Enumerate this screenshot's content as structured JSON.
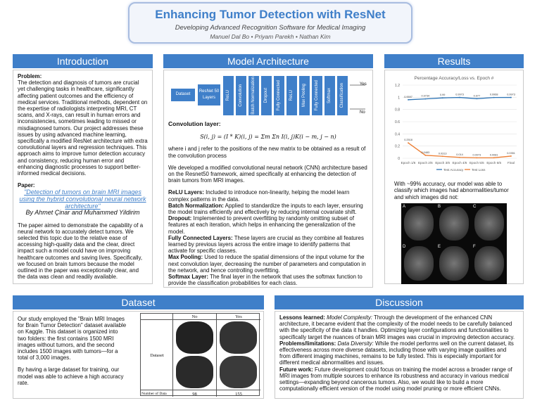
{
  "header": {
    "title": "Enhancing Tumor Detection with ResNet",
    "subtitle": "Developing Advanced Recognition Software for Medical Imaging",
    "authors": "Manuel Dal Bo • Priyam Parekh • Nathan Kim"
  },
  "intro": {
    "heading": "Introduction",
    "problem_label": "Problem:",
    "problem_text": "The detection and diagnosis of tumors are crucial yet challenging tasks in healthcare, significantly affecting patient outcomes and the efficiency of medical services. Traditional methods, dependent on the expertise of radiologists interpreting MRI, CT scans, and X-rays, can result in human errors and inconsistencies, sometimes leading to missed or misdiagnosed tumors. Our project addresses these issues by using advanced machine learning, specifically a modified ResNet architecture with extra convolutional layers and regression techniques. This approach aims to improve tumor detection accuracy and consistency, reducing human error and enhancing diagnostic processes to support better-informed medical decisions.",
    "paper_label": "Paper:",
    "paper_title": "\"Detection of tumors on brain MRI images using the hybrid convolutional neural network architecture\"",
    "paper_authors": "By Ahmet Çinar and Muhammed Yildirim",
    "paper_text": "The paper aimed to demonstrate the capability of a neural network to accurately detect tumors. We selected this topic due to the relative ease of accessing high-quality data and the clear, direct impact such a model could have on improving healthcare outcomes and saving lives. Specifically, we focused on brain tumors because the model outlined in the paper was exceptionally clear, and the data was clean and readily available."
  },
  "arch": {
    "heading": "Model Architecture",
    "dataset_box": "Dataset",
    "resnet_box": "ResNet 50 Layers",
    "layers": [
      "ReLU",
      "Convolution",
      "Batch Normalization",
      "Dropout",
      "Fully Connected",
      "ReLU",
      "Max Pooling",
      "Fully Connected",
      "Softmax",
      "Classification"
    ],
    "yes": "Yes",
    "no": "No",
    "conv_label": "Convolution layer:",
    "formula": "S(i, j) = (I * K)(i, j) = Σm Σn I(i, j)K(i − m, j − n)",
    "formula_note": "where i and j refer to the positions of the new matrix to be obtained as a result of the convolution process",
    "desc": "We developed a modified convolutional neural network (CNN) architecture based on the Resnet50 framework, aimed specifically at enhancing the detection of brain tumors from MRI images.",
    "defs": [
      {
        "term": "ReLU Layers:",
        "text": " Included to introduce non-linearity, helping the model learn complex patterns in the data."
      },
      {
        "term": "Batch Normalization:",
        "text": " Applied to standardize the inputs to each layer, ensuring the model trains efficiently and effectively by reducing internal covariate shift."
      },
      {
        "term": "Dropout:",
        "text": " Implemented to prevent overfitting by randomly omitting subset of features at each iteration, which helps in enhancing the generalization of the model."
      },
      {
        "term": "Fully Connected Layers:",
        "text": " These layers are crucial as they combine all features learned by previous layers across the entire image to identify patterns that activate for specific classes."
      },
      {
        "term": "Max Pooling:",
        "text": " Used to reduce the spatial dimensions of the input volume for the next convolution layer, decreasing the number of parameters and computation in the network, and hence controlling overfitting."
      },
      {
        "term": "Softmax Layer:",
        "text": " The final layer in the network that uses the softmax function to provide the classification probabilities for each class."
      }
    ]
  },
  "results": {
    "heading": "Results",
    "summary": "With ~99% accuracy, our model was able to classify which images had abnormalities/tumor and which images did not:",
    "mri_letters": [
      "A",
      "B",
      "C",
      "D",
      "E",
      "F"
    ]
  },
  "chart_data": {
    "type": "line",
    "title": "Percentage Accuracy/Loss vs. Epoch #",
    "categories": [
      "Epoch 1/6",
      "Epoch 2/6",
      "Epoch 3/6",
      "Epoch 4/6",
      "Epoch 5/6",
      "Epoch 6/6",
      "Final"
    ],
    "ylim": [
      0,
      1.2
    ],
    "yticks": [
      0,
      0.2,
      0.4,
      0.6,
      0.8,
      1,
      1.2
    ],
    "series": [
      {
        "name": "Test Accuracy",
        "color": "#2e75b6",
        "values": [
          0.9597,
          0.9734,
          0.99,
          0.9973,
          0.977,
          0.9968,
          0.9973
        ],
        "labels": [
          "0.9597",
          "0.9734",
          "0.99",
          "0.9973",
          "0.977",
          "0.9968",
          "0.9973"
        ]
      },
      {
        "name": "Test Loss",
        "color": "#ed7d31",
        "values": [
          0.2518,
          0.0483,
          0.0313,
          0.014,
          0.0073,
          0.0081,
          0.0351
        ],
        "labels": [
          "0.2518",
          "0.0483",
          "0.0313",
          "0.014",
          "0.0073",
          "0.0081",
          "0.0351"
        ]
      }
    ]
  },
  "dataset": {
    "heading": "Dataset",
    "text1": "Our study employed the \"Brain MRI Images for Brain Tumor Detection\" dataset available on Kaggle. This dataset is organized into two folders: the first contains 1500 MRI images without tumors, and the second includes 1500 images with tumors—for a total of 3,000 images.",
    "text2": "By having a large dataset for training, our model was able to achieve a high accuracy rate.",
    "table": {
      "col_no": "No",
      "col_yes": "Yes",
      "row_dataset": "Dataset",
      "row_count": "Number of Data",
      "count_no": "98",
      "count_yes": "155"
    }
  },
  "discussion": {
    "heading": "Discussion",
    "items": [
      {
        "term": "Lessons learned:",
        "sub": " Model Complexity:",
        "text": " Through the development of the enhanced CNN architecture, it became evident that the complexity of the model needs to be carefully balanced with the specificity of the data it handles. Optimizing layer configurations and functionalities to specifically target the nuances of brain MRI images was crucial in improving detection accuracy."
      },
      {
        "term": "Problems/limitations:",
        "sub": " Data Diversity:",
        "text": " While the model performs well on the current dataset, its effectiveness across more diverse datasets, including those with varying image qualities and from different imaging machines, remains to be fully tested. This is especially important for different medical abnormalities and issues."
      },
      {
        "term": "Future work:",
        "sub": "",
        "text": " Future development could focus on training the model across a broader range of MRI images from multiple sources to enhance its robustness and accuracy in various medical settings—expanding beyond cancerous tumors. Also, we would like to build a more computationally efficient version of the model using model pruning or more efficient CNNs."
      }
    ]
  }
}
